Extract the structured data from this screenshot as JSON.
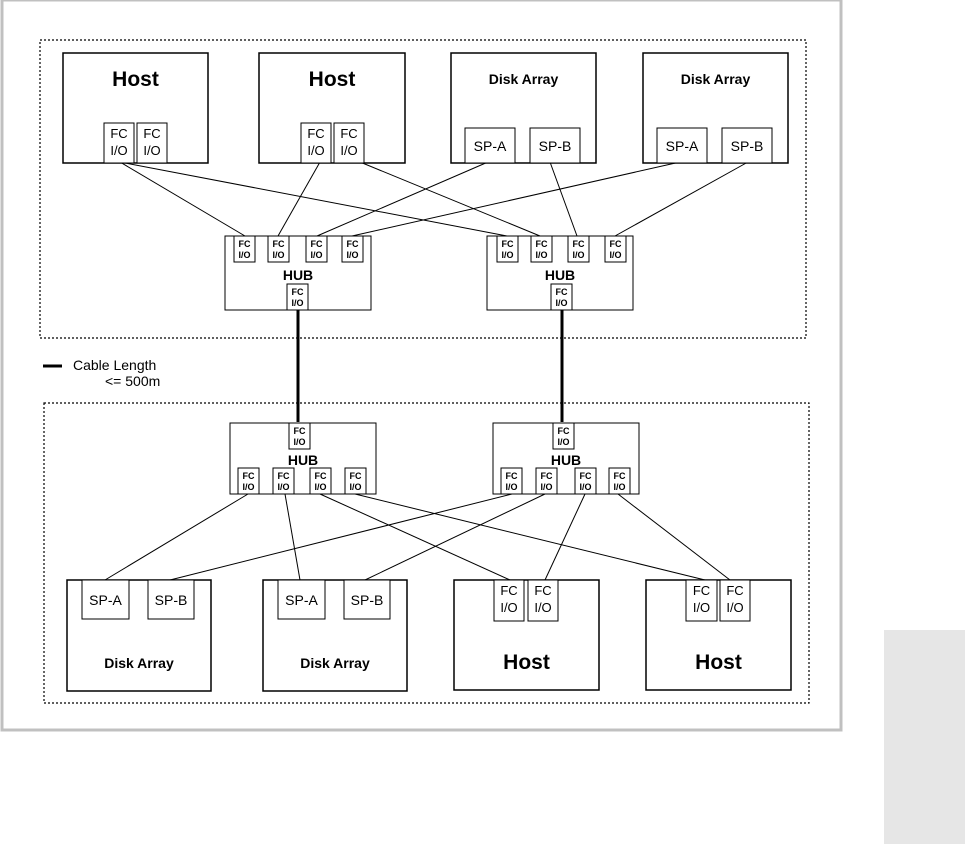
{
  "labels": {
    "host": "Host",
    "disk_array": "Disk Array",
    "hub": "HUB",
    "fc": "FC",
    "io": "I/O",
    "sp_a": "SP-A",
    "sp_b": "SP-B"
  },
  "legend": {
    "line1": "Cable Length",
    "line2": "<= 500m"
  },
  "colors": {
    "frame": "#c0c0c0",
    "side_tab": "#e6e6e6",
    "stroke": "#000000",
    "background": "#ffffff"
  }
}
